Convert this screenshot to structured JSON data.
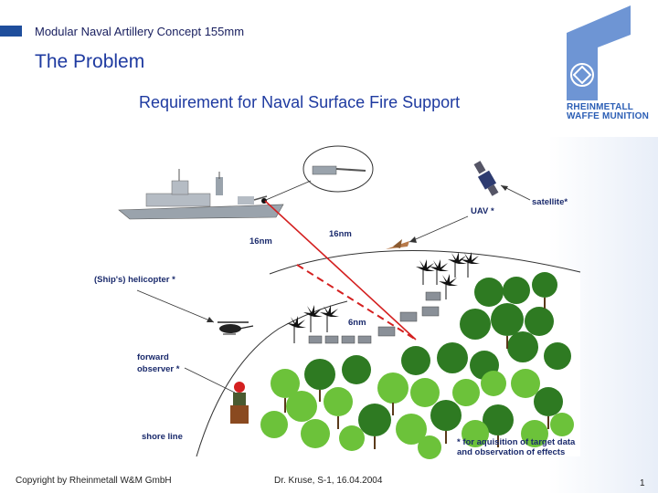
{
  "header": {
    "title": "Modular Naval Artillery Concept 155mm"
  },
  "slide": {
    "title": "The Problem",
    "subtitle": "Requirement for Naval Surface Fire Support"
  },
  "logo": {
    "line1": "RHEINMETALL",
    "line2": "WAFFE MUNITION"
  },
  "diagram": {
    "satellite": "satellite*",
    "uav": "UAV *",
    "range_16_left": "16nm",
    "range_16_arc": "16nm",
    "range_6": "6nm",
    "helicopter": "(Ship's) helicopter *",
    "forward_observer_1": "forward",
    "forward_observer_2": "observer *",
    "shore_line": "shore line",
    "note_1": "* for aquisition of target data",
    "note_2": "and observation of effects"
  },
  "footer": {
    "copyright": "Copyright by Rheinmetall W&M GmbH",
    "author": "Dr. Kruse, S-1, 16.04.2004",
    "page": "1"
  },
  "colors": {
    "brand_blue": "#2b5eb5",
    "title_blue": "#1e3aa0",
    "fire_red": "#d42020",
    "tree_green": "#3a9a2a"
  }
}
